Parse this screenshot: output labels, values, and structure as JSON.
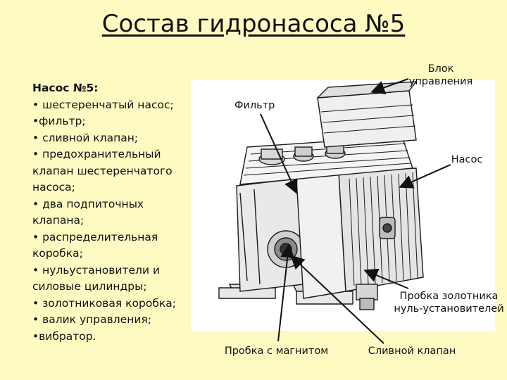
{
  "title": "Состав гидронасоса №5",
  "list": {
    "heading": "Насос №5:",
    "items": [
      "• шестеренчатый насос;",
      "•фильтр;",
      "• сливной клапан;",
      "• предохранительный\nклапан шестеренчатого\nнасоса;",
      "• два подпиточных\nклапана;",
      "• распределительная\nкоробка;",
      "• нульустановители и\nсиловые цилиндры;",
      "• золотниковая коробка;",
      "• валик управления;",
      "•вибратор."
    ]
  },
  "labels": {
    "blok": "Блок\nуправления",
    "filtr": "Фильтр",
    "nasos": "Насос",
    "probka_zolotnika": "Пробка золотника\nнуль-установителей",
    "probka_magnit": "Пробка с магнитом",
    "slivnoy": "Сливной клапан"
  },
  "colors": {
    "background": "#fdfbc2",
    "photo_background": "#ffffff",
    "line_art": "#1a1a1a"
  }
}
